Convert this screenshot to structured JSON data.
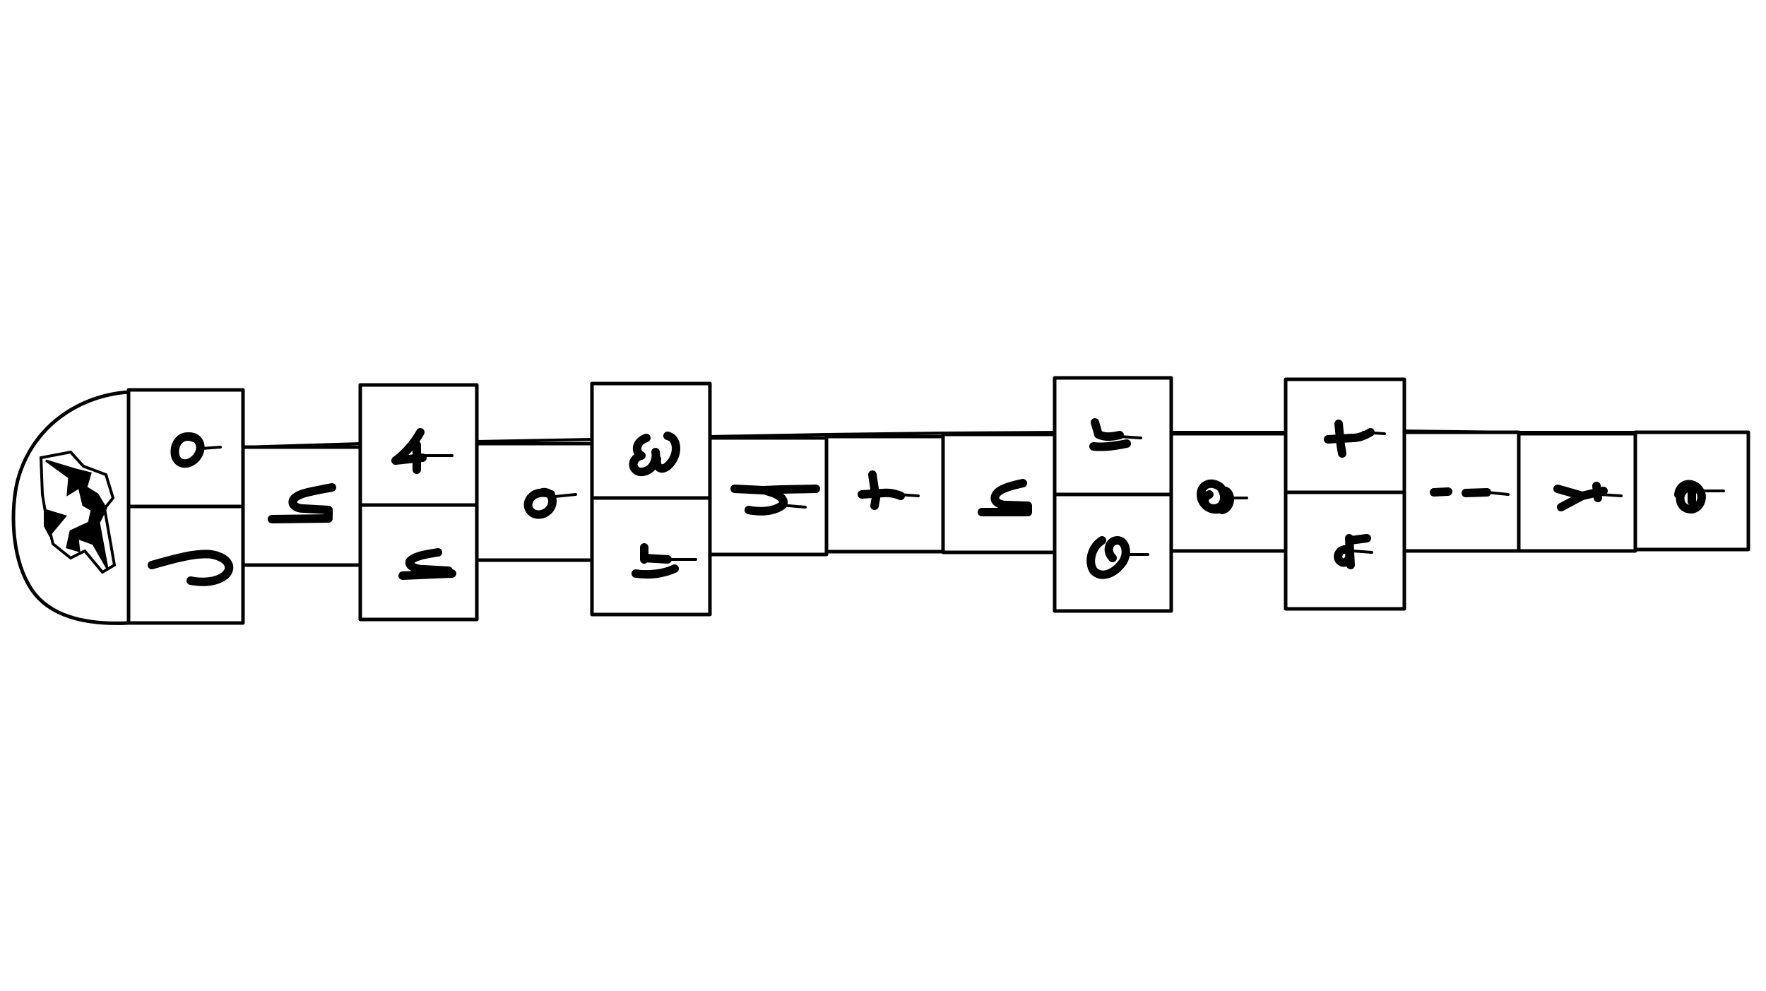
{
  "drawing": {
    "subject": "hopscotch-court",
    "stroke_color": "#000000",
    "background_color": "#ffffff",
    "cells_left_to_right": [
      {
        "icon": "squiggle-glyph-icon",
        "layout": "split"
      },
      {
        "icon": "squiggle-glyph-icon",
        "layout": "single"
      },
      {
        "icon": "squiggle-glyph-icon",
        "layout": "split"
      },
      {
        "icon": "squiggle-glyph-icon",
        "layout": "single"
      },
      {
        "icon": "squiggle-glyph-icon",
        "layout": "split"
      },
      {
        "icon": "squiggle-glyph-icon",
        "layout": "single"
      },
      {
        "icon": "squiggle-glyph-icon",
        "layout": "single"
      },
      {
        "icon": "squiggle-glyph-icon",
        "layout": "single"
      },
      {
        "icon": "squiggle-glyph-icon",
        "layout": "split"
      },
      {
        "icon": "squiggle-glyph-icon",
        "layout": "single"
      },
      {
        "icon": "squiggle-glyph-icon",
        "layout": "split"
      },
      {
        "icon": "squiggle-glyph-icon",
        "layout": "single"
      },
      {
        "icon": "squiggle-glyph-icon",
        "layout": "single"
      },
      {
        "icon": "squiggle-glyph-icon",
        "layout": "single"
      }
    ],
    "end_cap_icon": "scribble-emblem-icon"
  }
}
